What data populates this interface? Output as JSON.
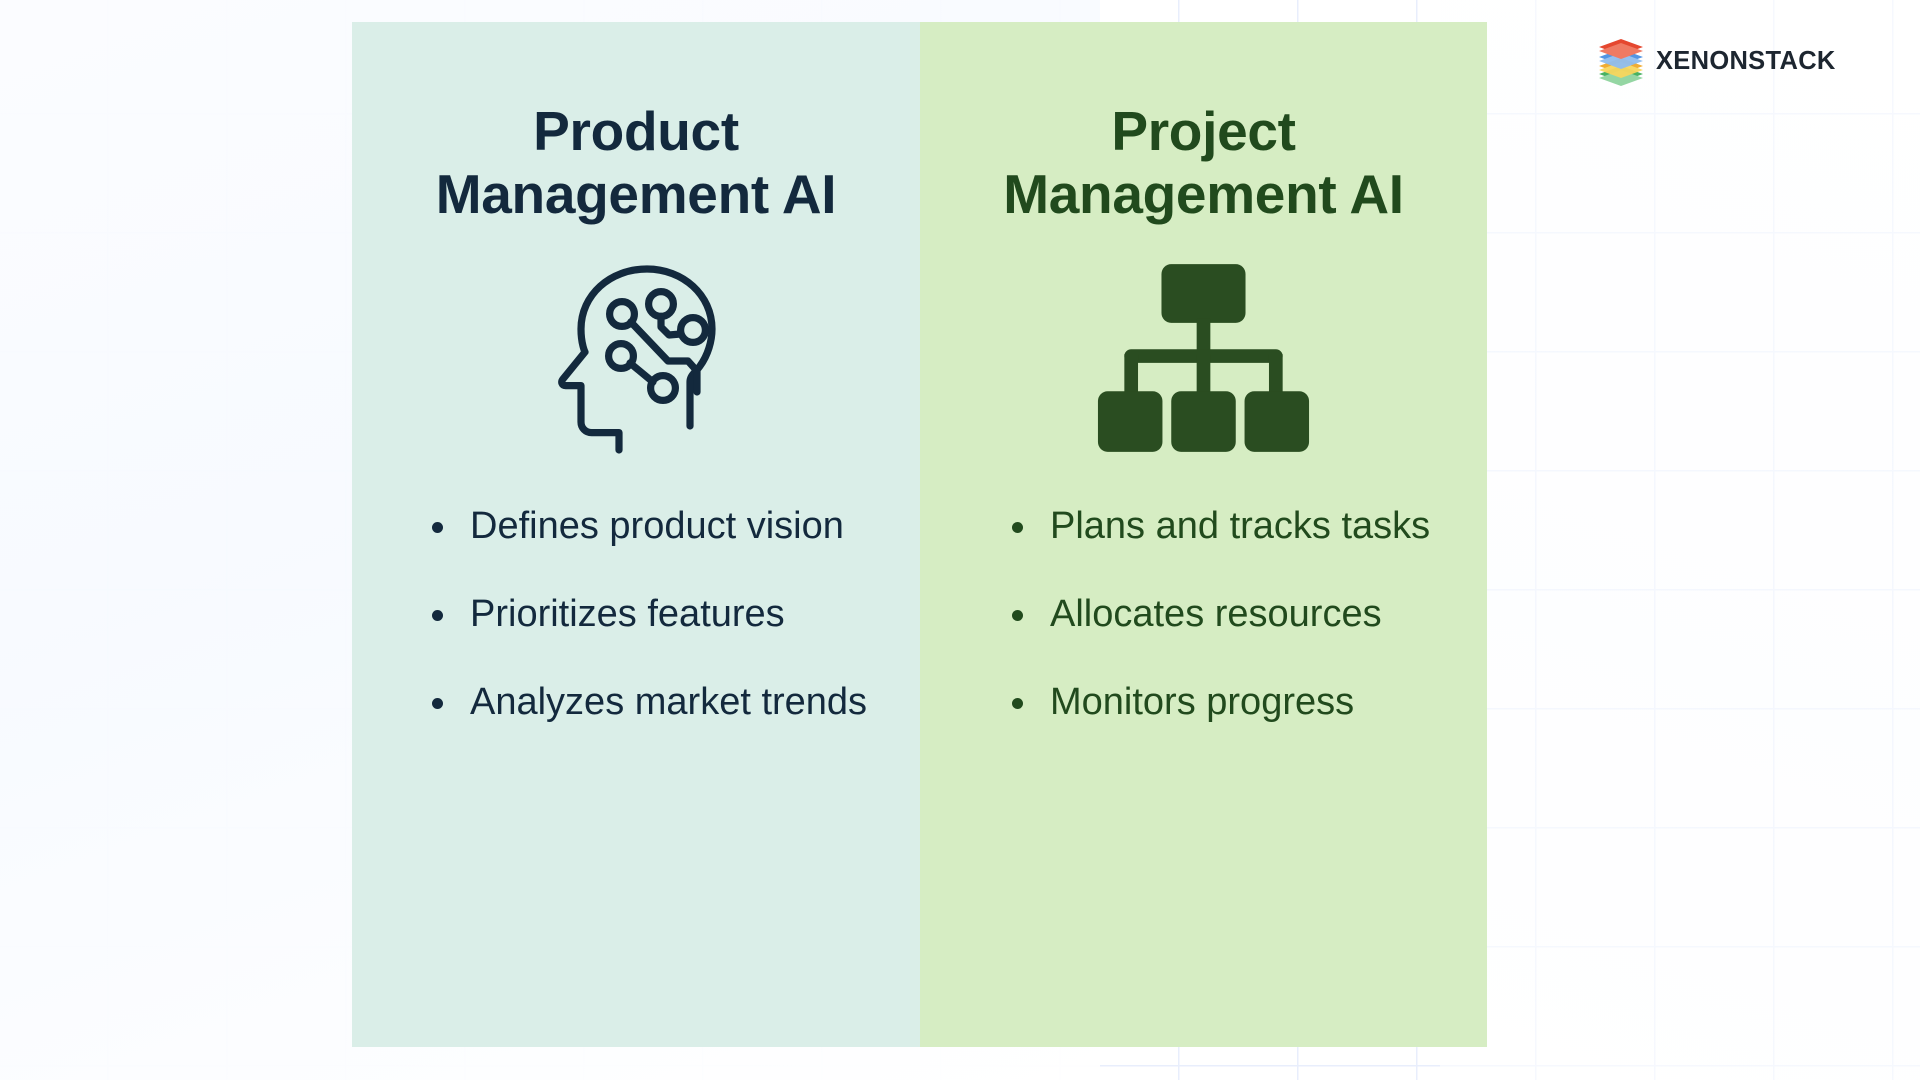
{
  "brand": {
    "name": "XENONSTACK",
    "logo_icon": "stacked-layers-logo-icon",
    "layer_colors": [
      "#e5472f",
      "#4a90e2",
      "#f5c025",
      "#3fae5a"
    ],
    "text_color": "#1d2630"
  },
  "background": {
    "grid_color": "#e8eefc",
    "page_color": "#ffffff"
  },
  "comparison": {
    "columns": [
      {
        "id": "product-management-ai",
        "title": "Product\nManagement AI",
        "icon": "ai-head-circuit-icon",
        "panel_color": "#daeee8",
        "text_color": "#13293d",
        "bullets": [
          "Defines product vision",
          "Prioritizes features",
          "Analyzes market trends"
        ]
      },
      {
        "id": "project-management-ai",
        "title": "Project\nManagement AI",
        "icon": "org-chart-hierarchy-icon",
        "panel_color": "#d6edc3",
        "text_color": "#214a1d",
        "bullets": [
          "Plans and tracks tasks",
          "Allocates resources",
          "Monitors progress"
        ]
      }
    ]
  }
}
